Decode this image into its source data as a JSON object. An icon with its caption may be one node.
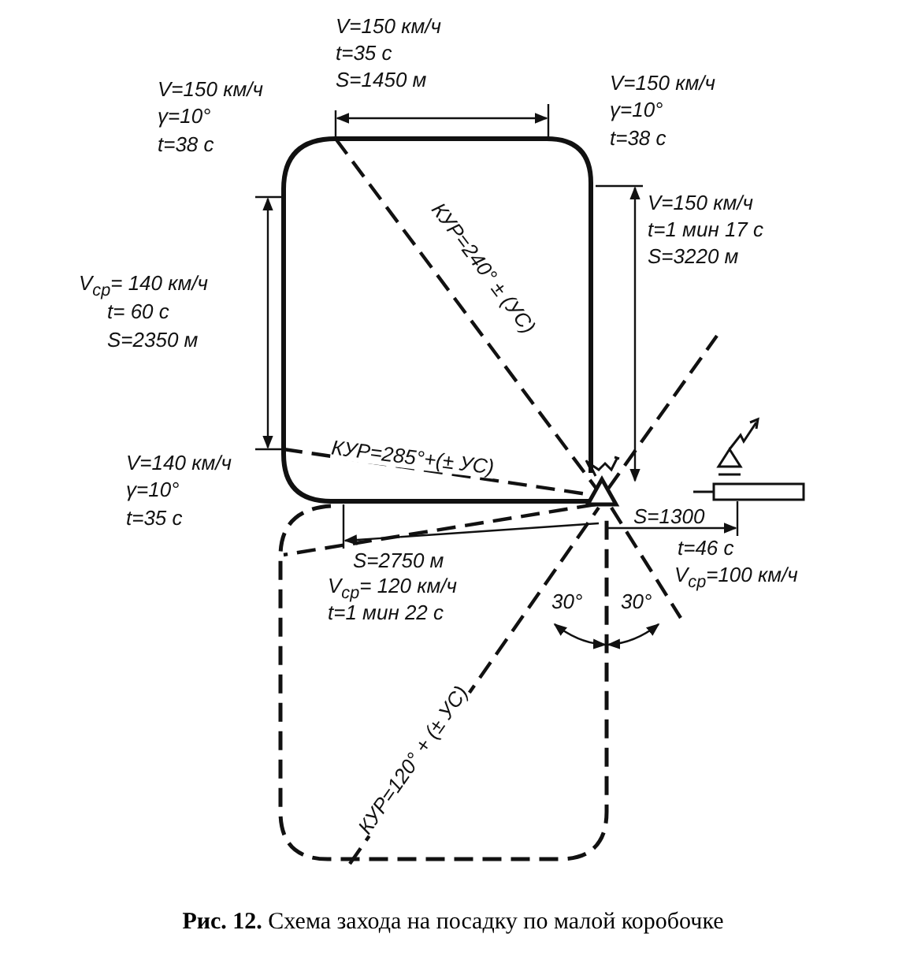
{
  "diagram": {
    "caption": "**Рис. 12.** Схема захода на посадку по малой коробочке",
    "labels": [
      "V=150 км/ч",
      "t=35 с",
      "S=1450 м",
      "V=150 км/ч",
      "γ=10°",
      "t=38 с",
      "V=150 км/ч",
      "γ=10°",
      "t=38 с",
      "КУР=240° ± (УС)",
      "V=150 км/ч",
      "t=1 мин 17 с",
      "S=3220 м",
      "V$_{ср}$= 140 км/ч",
      "t= 60 с",
      "S=2350 м",
      "КУР=285°+(± УС)",
      "V=140 км/ч",
      "γ=10°",
      "t=35 с",
      "S=1300",
      "S=2750 м",
      "t=46 с",
      "V$_{ср}$= 120 км/ч",
      "V$_{ср}$=100 км/ч",
      "t=1 мин 22 с",
      "30°",
      "30°",
      "КУР=120° + (± УС)"
    ]
  }
}
